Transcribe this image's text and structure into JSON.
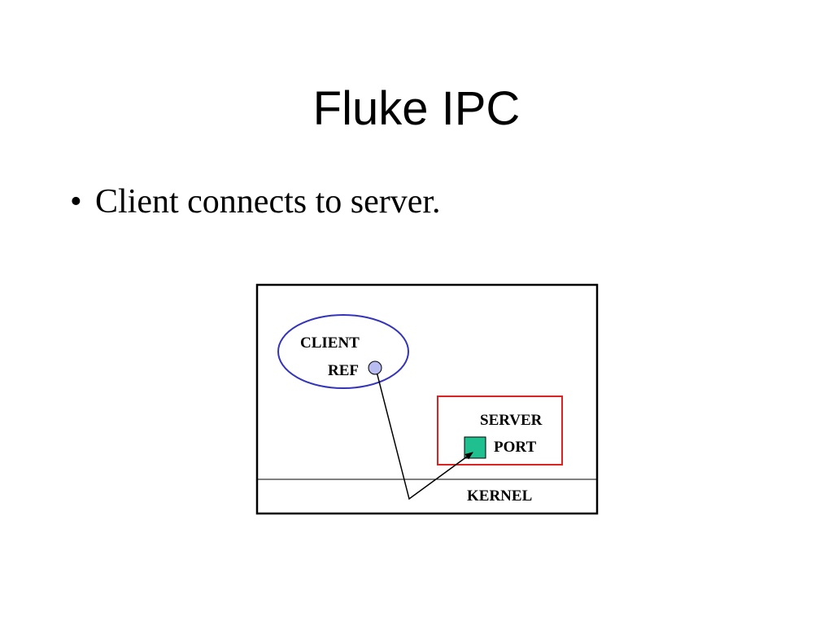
{
  "slide": {
    "title": "Fluke IPC",
    "bullets": [
      {
        "marker": "•",
        "text": "Client connects to server."
      }
    ]
  },
  "diagram": {
    "labels": {
      "client": "CLIENT",
      "ref": "REF",
      "server": "SERVER",
      "port": "PORT",
      "kernel": "KERNEL"
    },
    "colors": {
      "client_outline": "#3333bb",
      "ref_fill": "#b8bcf0",
      "server_outline": "#dd2222",
      "port_fill": "#1fbf8f",
      "frame": "#000000"
    }
  }
}
